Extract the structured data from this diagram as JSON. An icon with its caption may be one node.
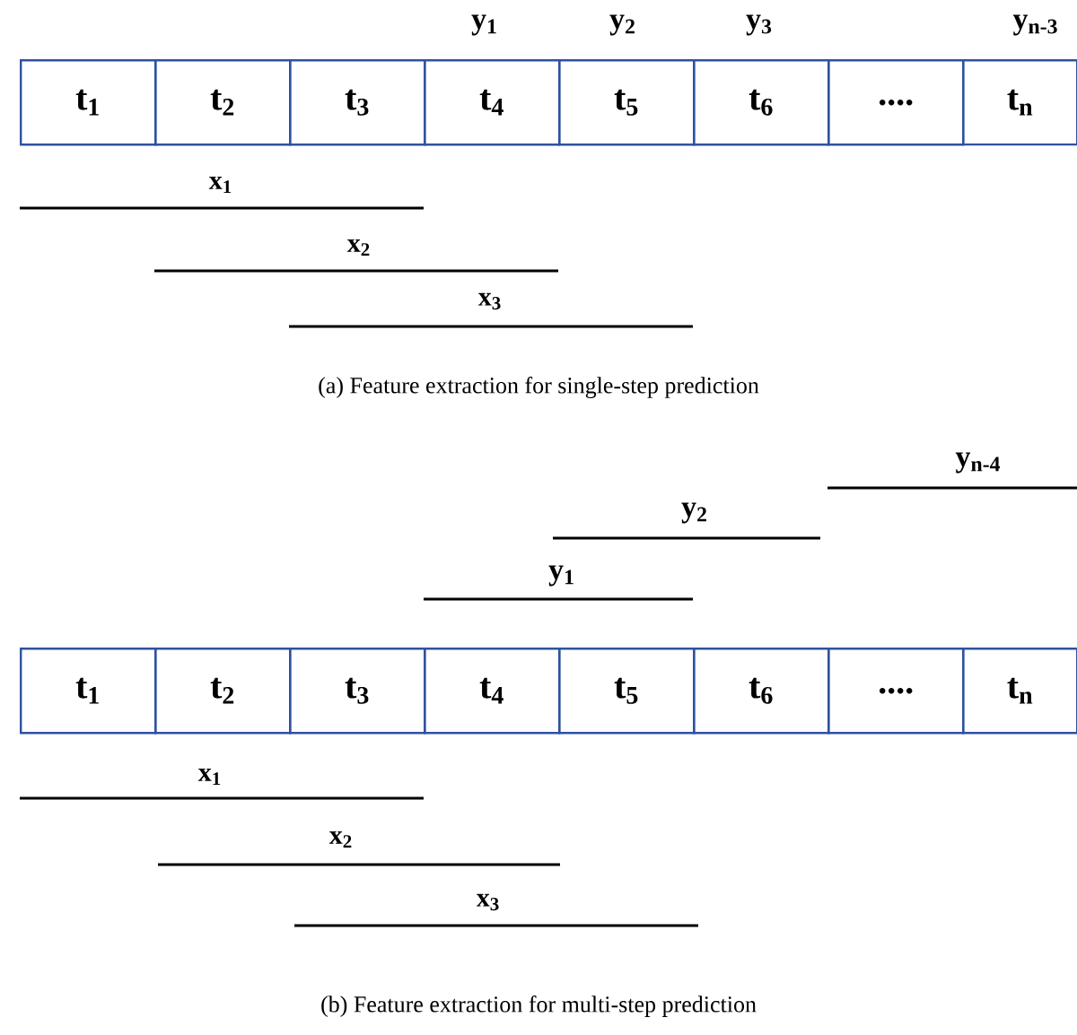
{
  "diagram": {
    "nodes": [
      {
        "text": [
          "t$_{1}$"
        ]
      },
      {
        "text": [
          "t$_{2}$"
        ]
      },
      {
        "text": [
          "t$_{3}$"
        ]
      },
      {
        "text": [
          "t$_{4}$"
        ]
      },
      {
        "text": [
          "t$_{5}$"
        ]
      },
      {
        "text": [
          "t$_{6}$"
        ]
      },
      {
        "text": [
          "...."
        ]
      },
      {
        "text": [
          "t$_{n}$"
        ]
      },
      {
        "text": [
          "t$_{1}$"
        ]
      },
      {
        "text": [
          "t$_{2}$"
        ]
      },
      {
        "text": [
          "t$_{3}$"
        ]
      },
      {
        "text": [
          "t$_{4}$"
        ]
      },
      {
        "text": [
          "t$_{5}$"
        ]
      },
      {
        "text": [
          "t$_{6}$"
        ]
      },
      {
        "text": [
          "...."
        ]
      },
      {
        "text": [
          "t$_{n}$"
        ]
      }
    ],
    "labels": [
      "y$_{1}$",
      "y$_{2}$",
      "y$_{3}$",
      "y$_{n-3}$",
      "x$_{1}$",
      "x$_{2}$",
      "x$_{3}$",
      "(a) Feature extraction for single-step prediction",
      "y$_{n-4}$",
      "y$_{2}$",
      "y$_{1}$",
      "x$_{1}$",
      "x$_{2}$",
      "x$_{3}$",
      "(b) Feature extraction for multi-step prediction"
    ]
  }
}
